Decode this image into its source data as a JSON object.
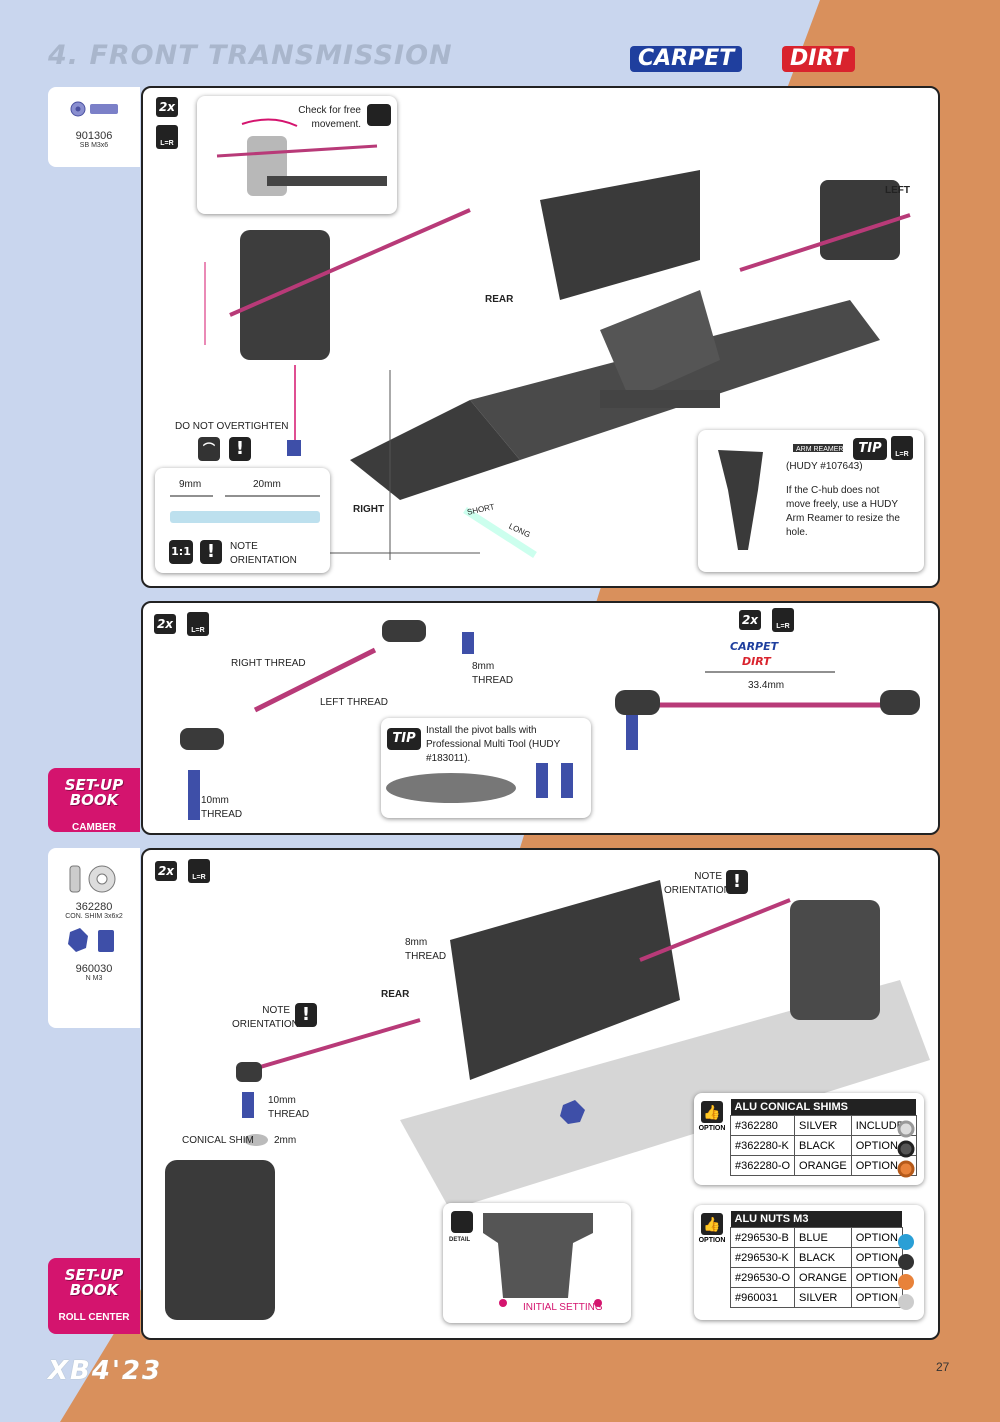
{
  "header": {
    "title": "4. FRONT TRANSMISSION",
    "badge_carpet": "CARPET",
    "badge_dirt": "DIRT"
  },
  "colors": {
    "accent_pink": "#d4146e",
    "orange_bg": "#d9905c",
    "blue_bg": "#c9d6ee",
    "part_blue": "#3e4fa8",
    "rod_pink": "#b83a78"
  },
  "step1": {
    "part": {
      "code": "901306",
      "desc": "SB M3x6"
    },
    "qty": "2x",
    "lr": "L=R",
    "check_label": "Check for free movement.",
    "left_label": "LEFT",
    "rear_label": "REAR",
    "right_label": "RIGHT",
    "overtighten": "DO NOT OVERTIGHTEN",
    "dim_9": "9mm",
    "dim_20": "20mm",
    "scale": "1:1",
    "note_orientation": "NOTE ORIENTATION",
    "short": "SHORT",
    "long": "LONG",
    "tip": {
      "badge": "TIP",
      "tool": "ARM REAMER",
      "hudy": "(HUDY #107643)",
      "text": "If the C-hub does not move freely, use a HUDY Arm Reamer to resize the hole."
    }
  },
  "step2": {
    "qty": "2x",
    "lr": "L=R",
    "right_thread": "RIGHT THREAD",
    "left_thread": "LEFT THREAD",
    "thread_8": "8mm THREAD",
    "thread_10": "10mm THREAD",
    "tip_badge": "TIP",
    "tip_text": "Install the pivot balls with Professional Multi Tool (HUDY #183011).",
    "length": "33.4mm",
    "carpet": "CARPET",
    "dirt": "DIRT",
    "setup": {
      "book": "SET-UP BOOK",
      "label": "CAMBER"
    }
  },
  "step3": {
    "parts": [
      {
        "code": "362280",
        "desc": "CON. SHIM 3x6x2"
      },
      {
        "code": "960030",
        "desc": "N M3"
      }
    ],
    "qty": "2x",
    "lr": "L=R",
    "note1": "NOTE ORIENTATION",
    "thread_8": "8mm THREAD",
    "rear_label": "REAR",
    "note2": "NOTE ORIENTATION",
    "thread_10": "10mm THREAD",
    "conical_shim": "CONICAL SHIM",
    "shim_size": "2mm",
    "detail": "DETAIL",
    "initial_setting": "INITIAL SETTING",
    "option_label": "OPTION",
    "shims_table": {
      "title": "ALU CONICAL SHIMS",
      "rows": [
        [
          "#362280",
          "SILVER",
          "INCLUDED"
        ],
        [
          "#362280-K",
          "BLACK",
          "OPTION"
        ],
        [
          "#362280-O",
          "ORANGE",
          "OPTION"
        ]
      ]
    },
    "nuts_table": {
      "title": "ALU NUTS M3",
      "rows": [
        [
          "#296530-B",
          "BLUE",
          "OPTION"
        ],
        [
          "#296530-K",
          "BLACK",
          "OPTION"
        ],
        [
          "#296530-O",
          "ORANGE",
          "OPTION"
        ],
        [
          "#960031",
          "SILVER",
          "OPTION"
        ]
      ]
    },
    "setup": {
      "book": "SET-UP BOOK",
      "label": "ROLL CENTER"
    }
  },
  "footer": {
    "logo": "XB4'23",
    "page": "27"
  }
}
